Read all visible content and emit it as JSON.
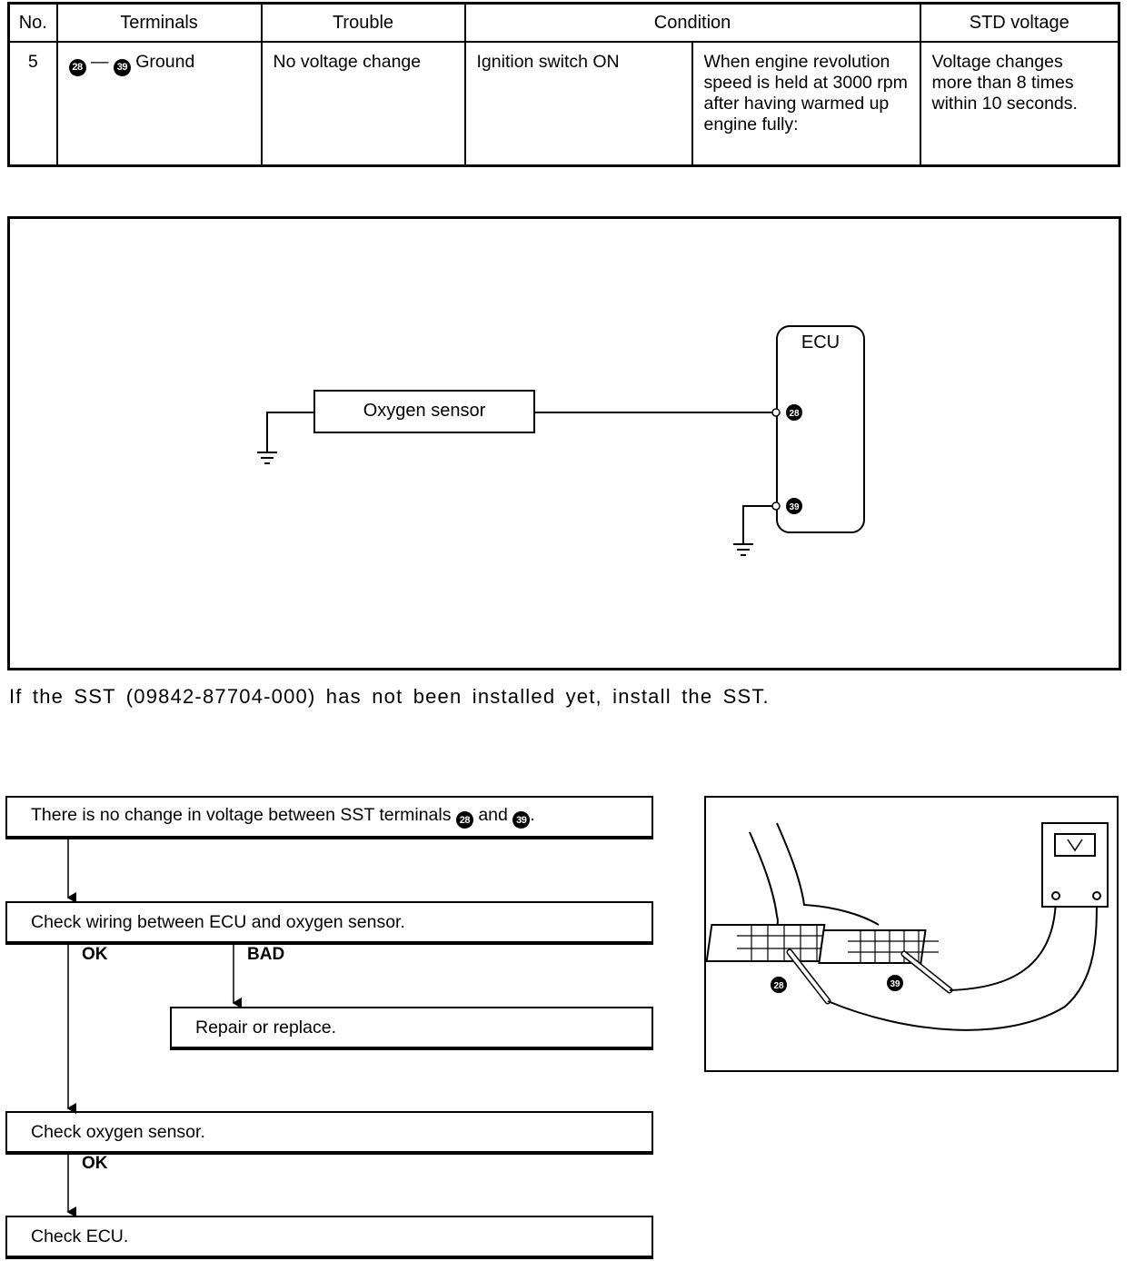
{
  "table": {
    "headers": {
      "no": "No.",
      "terminals": "Terminals",
      "trouble": "Trouble",
      "condition": "Condition",
      "std_voltage": "STD voltage"
    },
    "row": {
      "no": "5",
      "terminal_a": "28",
      "terminal_b": "39",
      "terminal_sep": " — ",
      "terminal_ground": " Ground",
      "trouble": "No voltage change",
      "condition_1": "Ignition switch ON",
      "condition_2": "When engine revolution speed is held at 3000 rpm after having warmed up engine fully:",
      "std_voltage": "Voltage changes more than 8 times within 10 seconds."
    }
  },
  "diagram": {
    "sensor_label": "Oxygen sensor",
    "ecu_label": "ECU",
    "terminal_a": "28",
    "terminal_b": "39"
  },
  "note": "If the SST (09842-87704-000) has not been installed yet, install the SST.",
  "flow": {
    "step1_prefix": "There is no change in voltage between SST terminals ",
    "step1_terminal_a": "28",
    "step1_mid": " and ",
    "step1_terminal_b": "39",
    "step1_suffix": ".",
    "step2": "Check wiring between ECU and oxygen sensor.",
    "step2_ok": "OK",
    "step2_bad": "BAD",
    "repair": "Repair or replace.",
    "step3": "Check oxygen sensor.",
    "step3_ok": "OK",
    "step4": "Check ECU."
  },
  "illustration": {
    "terminal_a": "28",
    "terminal_b": "39",
    "meter_icon": "voltmeter-icon"
  }
}
